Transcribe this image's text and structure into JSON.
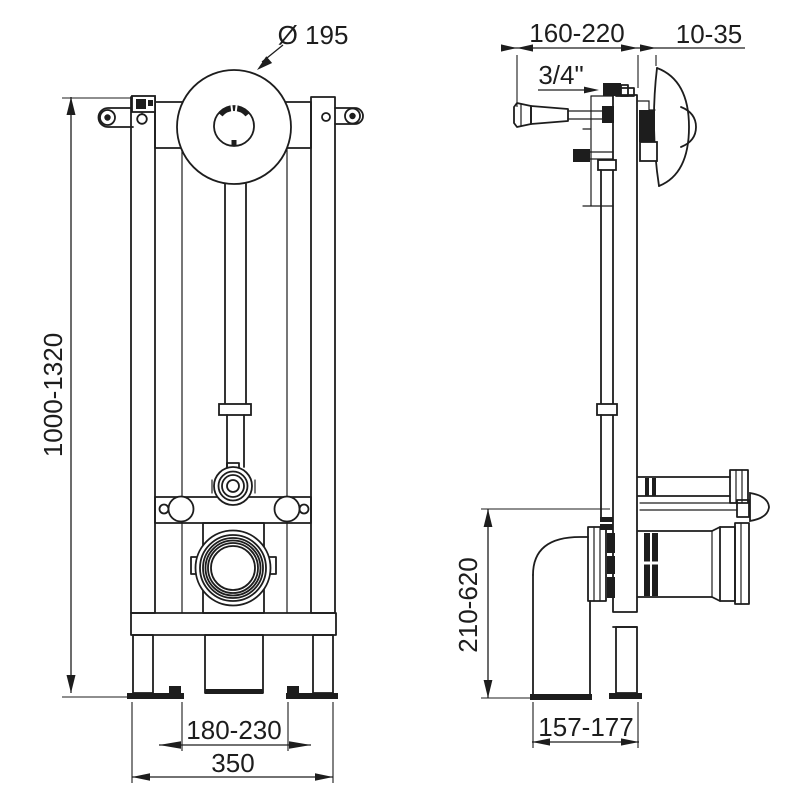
{
  "front_view": {
    "labels": {
      "diameter": "Ø 195",
      "height": "1000-1320",
      "foot_spacing": "180-230",
      "width": "350"
    }
  },
  "side_view": {
    "labels": {
      "depth_range": "160-220",
      "plate_clearance": "10-35",
      "water_inlet": "3/4\"",
      "outlet_height": "210-620",
      "base_depth": "157-177"
    }
  },
  "colors": {
    "line": "#1d1d1d",
    "background": "#ffffff"
  }
}
